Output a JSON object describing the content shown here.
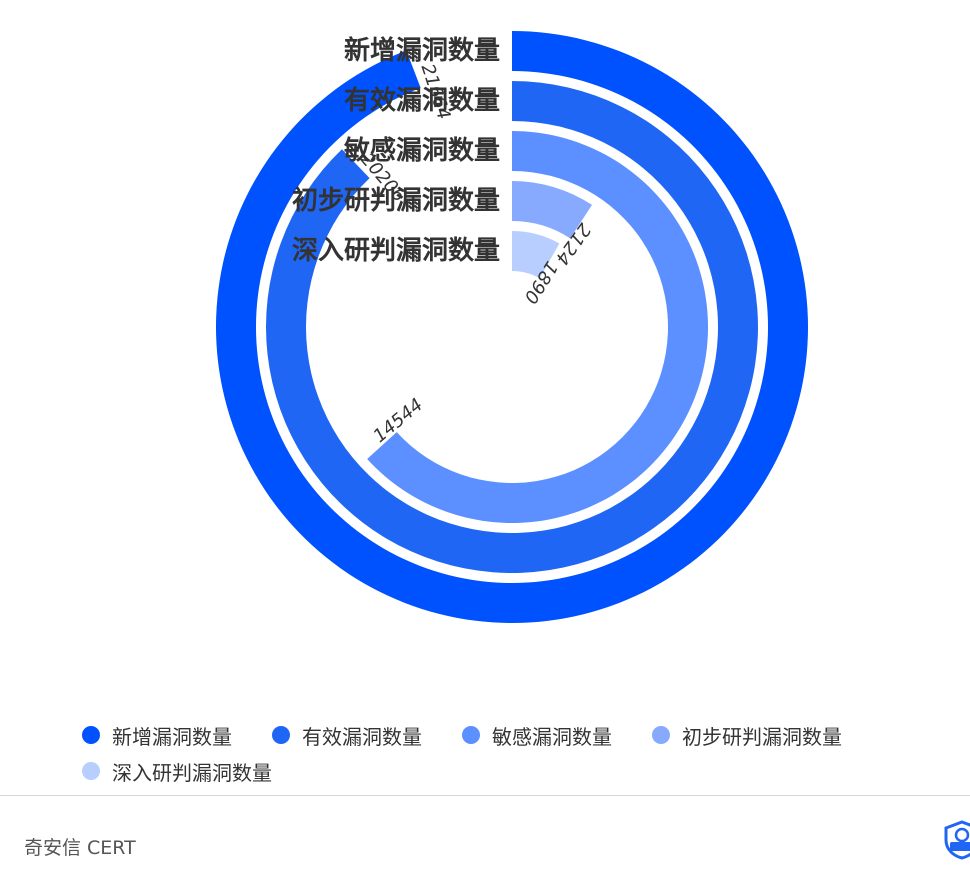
{
  "chart_data": {
    "type": "radial-bar",
    "title": "",
    "max": 23000,
    "series": [
      {
        "name": "新增漏洞数量",
        "value": 21664,
        "color": "#0052FF"
      },
      {
        "name": "有效漏洞数量",
        "value": 20206,
        "color": "#1F66F5"
      },
      {
        "name": "敏感漏洞数量",
        "value": 14544,
        "color": "#5C8FFF"
      },
      {
        "name": "初步研判漏洞数量",
        "value": 2124,
        "color": "#87AAFF"
      },
      {
        "name": "深入研判漏洞数量",
        "value": 1890,
        "color": "#B8CEFF"
      }
    ],
    "legend_position": "bottom"
  },
  "footer": {
    "source": "奇安信 CERT",
    "logo_icon": "cert-shield-icon"
  }
}
